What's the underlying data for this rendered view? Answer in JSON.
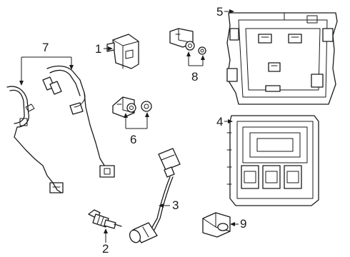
{
  "callouts": [
    {
      "id": "1",
      "text": "1"
    },
    {
      "id": "2",
      "text": "2"
    },
    {
      "id": "3",
      "text": "3"
    },
    {
      "id": "4",
      "text": "4"
    },
    {
      "id": "5",
      "text": "5"
    },
    {
      "id": "6",
      "text": "6"
    },
    {
      "id": "7",
      "text": "7"
    },
    {
      "id": "8",
      "text": "8"
    },
    {
      "id": "9",
      "text": "9"
    }
  ],
  "colors": {
    "line": "#1a1a1a",
    "background": "#ffffff"
  }
}
